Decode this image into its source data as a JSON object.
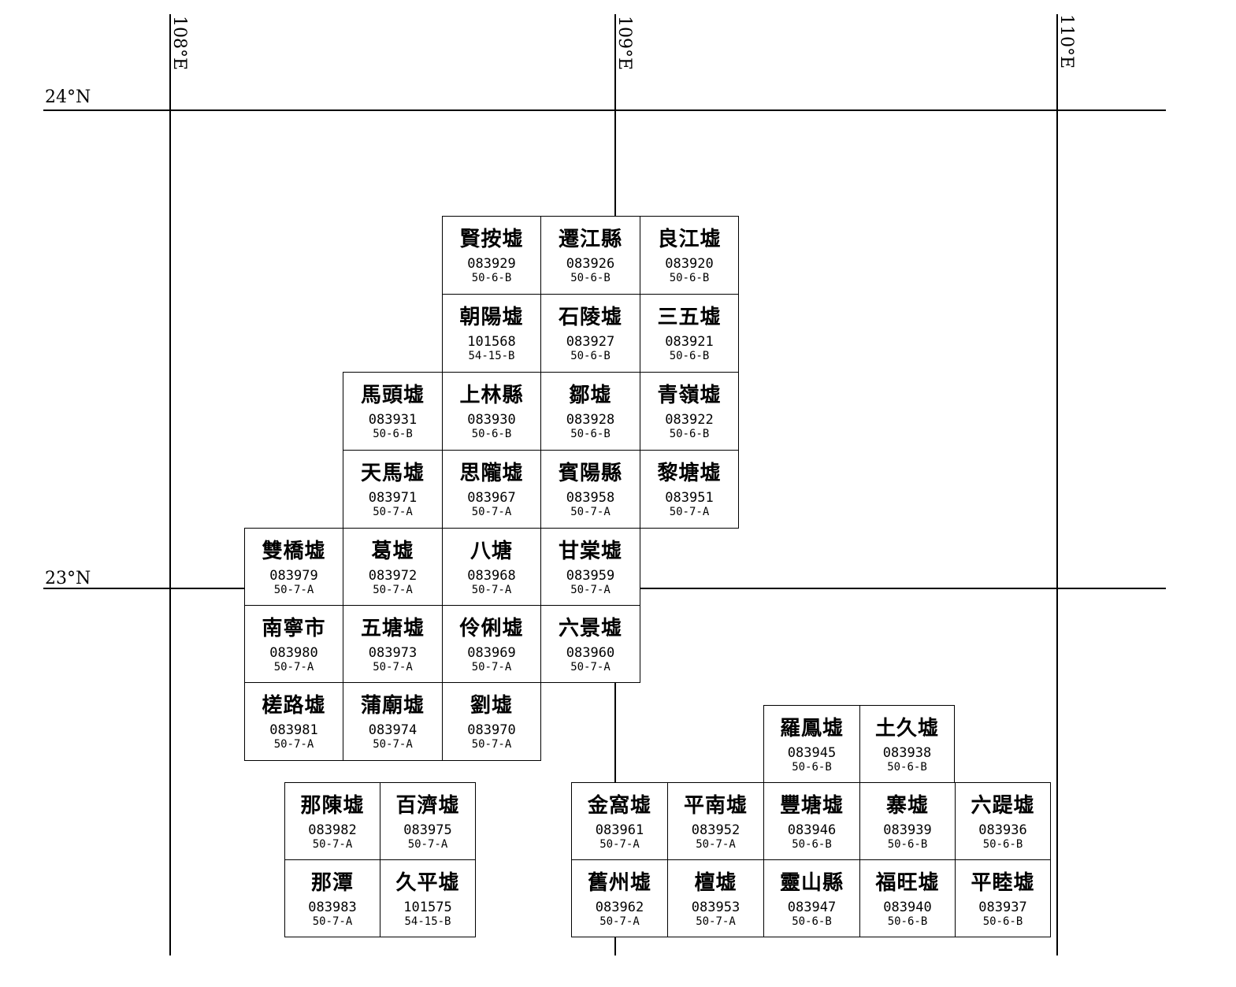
{
  "grid": {
    "latitudes": [
      "24°N",
      "23°N"
    ],
    "longitudes": [
      "108°E",
      "109°E",
      "110°E"
    ]
  },
  "sheets": [
    {
      "name": "賢按墟",
      "code": "083929",
      "series": "50-6-B"
    },
    {
      "name": "遷江縣",
      "code": "083926",
      "series": "50-6-B"
    },
    {
      "name": "良江墟",
      "code": "083920",
      "series": "50-6-B"
    },
    {
      "name": "朝陽墟",
      "code": "101568",
      "series": "54-15-B"
    },
    {
      "name": "石陵墟",
      "code": "083927",
      "series": "50-6-B"
    },
    {
      "name": "三五墟",
      "code": "083921",
      "series": "50-6-B"
    },
    {
      "name": "馬頭墟",
      "code": "083931",
      "series": "50-6-B"
    },
    {
      "name": "上林縣",
      "code": "083930",
      "series": "50-6-B"
    },
    {
      "name": "鄒墟",
      "code": "083928",
      "series": "50-6-B"
    },
    {
      "name": "青嶺墟",
      "code": "083922",
      "series": "50-6-B"
    },
    {
      "name": "天馬墟",
      "code": "083971",
      "series": "50-7-A"
    },
    {
      "name": "思隴墟",
      "code": "083967",
      "series": "50-7-A"
    },
    {
      "name": "賓陽縣",
      "code": "083958",
      "series": "50-7-A"
    },
    {
      "name": "黎塘墟",
      "code": "083951",
      "series": "50-7-A"
    },
    {
      "name": "雙橋墟",
      "code": "083979",
      "series": "50-7-A"
    },
    {
      "name": "葛墟",
      "code": "083972",
      "series": "50-7-A"
    },
    {
      "name": "八塘",
      "code": "083968",
      "series": "50-7-A"
    },
    {
      "name": "甘棠墟",
      "code": "083959",
      "series": "50-7-A"
    },
    {
      "name": "南寧市",
      "code": "083980",
      "series": "50-7-A"
    },
    {
      "name": "五塘墟",
      "code": "083973",
      "series": "50-7-A"
    },
    {
      "name": "伶俐墟",
      "code": "083969",
      "series": "50-7-A"
    },
    {
      "name": "六景墟",
      "code": "083960",
      "series": "50-7-A"
    },
    {
      "name": "槎路墟",
      "code": "083981",
      "series": "50-7-A"
    },
    {
      "name": "蒲廟墟",
      "code": "083974",
      "series": "50-7-A"
    },
    {
      "name": "劉墟",
      "code": "083970",
      "series": "50-7-A"
    },
    {
      "name": "那陳墟",
      "code": "083982",
      "series": "50-7-A"
    },
    {
      "name": "百濟墟",
      "code": "083975",
      "series": "50-7-A"
    },
    {
      "name": "那潭",
      "code": "083983",
      "series": "50-7-A"
    },
    {
      "name": "久平墟",
      "code": "101575",
      "series": "54-15-B"
    },
    {
      "name": "羅鳳墟",
      "code": "083945",
      "series": "50-6-B"
    },
    {
      "name": "土久墟",
      "code": "083938",
      "series": "50-6-B"
    },
    {
      "name": "金窩墟",
      "code": "083961",
      "series": "50-7-A"
    },
    {
      "name": "平南墟",
      "code": "083952",
      "series": "50-7-A"
    },
    {
      "name": "豐塘墟",
      "code": "083946",
      "series": "50-6-B"
    },
    {
      "name": "寨墟",
      "code": "083939",
      "series": "50-6-B"
    },
    {
      "name": "六踶墟",
      "code": "083936",
      "series": "50-6-B"
    },
    {
      "name": "舊州墟",
      "code": "083962",
      "series": "50-7-A"
    },
    {
      "name": "檀墟",
      "code": "083953",
      "series": "50-7-A"
    },
    {
      "name": "靈山縣",
      "code": "083947",
      "series": "50-6-B"
    },
    {
      "name": "福旺墟",
      "code": "083940",
      "series": "50-6-B"
    },
    {
      "name": "平睦墟",
      "code": "083937",
      "series": "50-6-B"
    }
  ]
}
